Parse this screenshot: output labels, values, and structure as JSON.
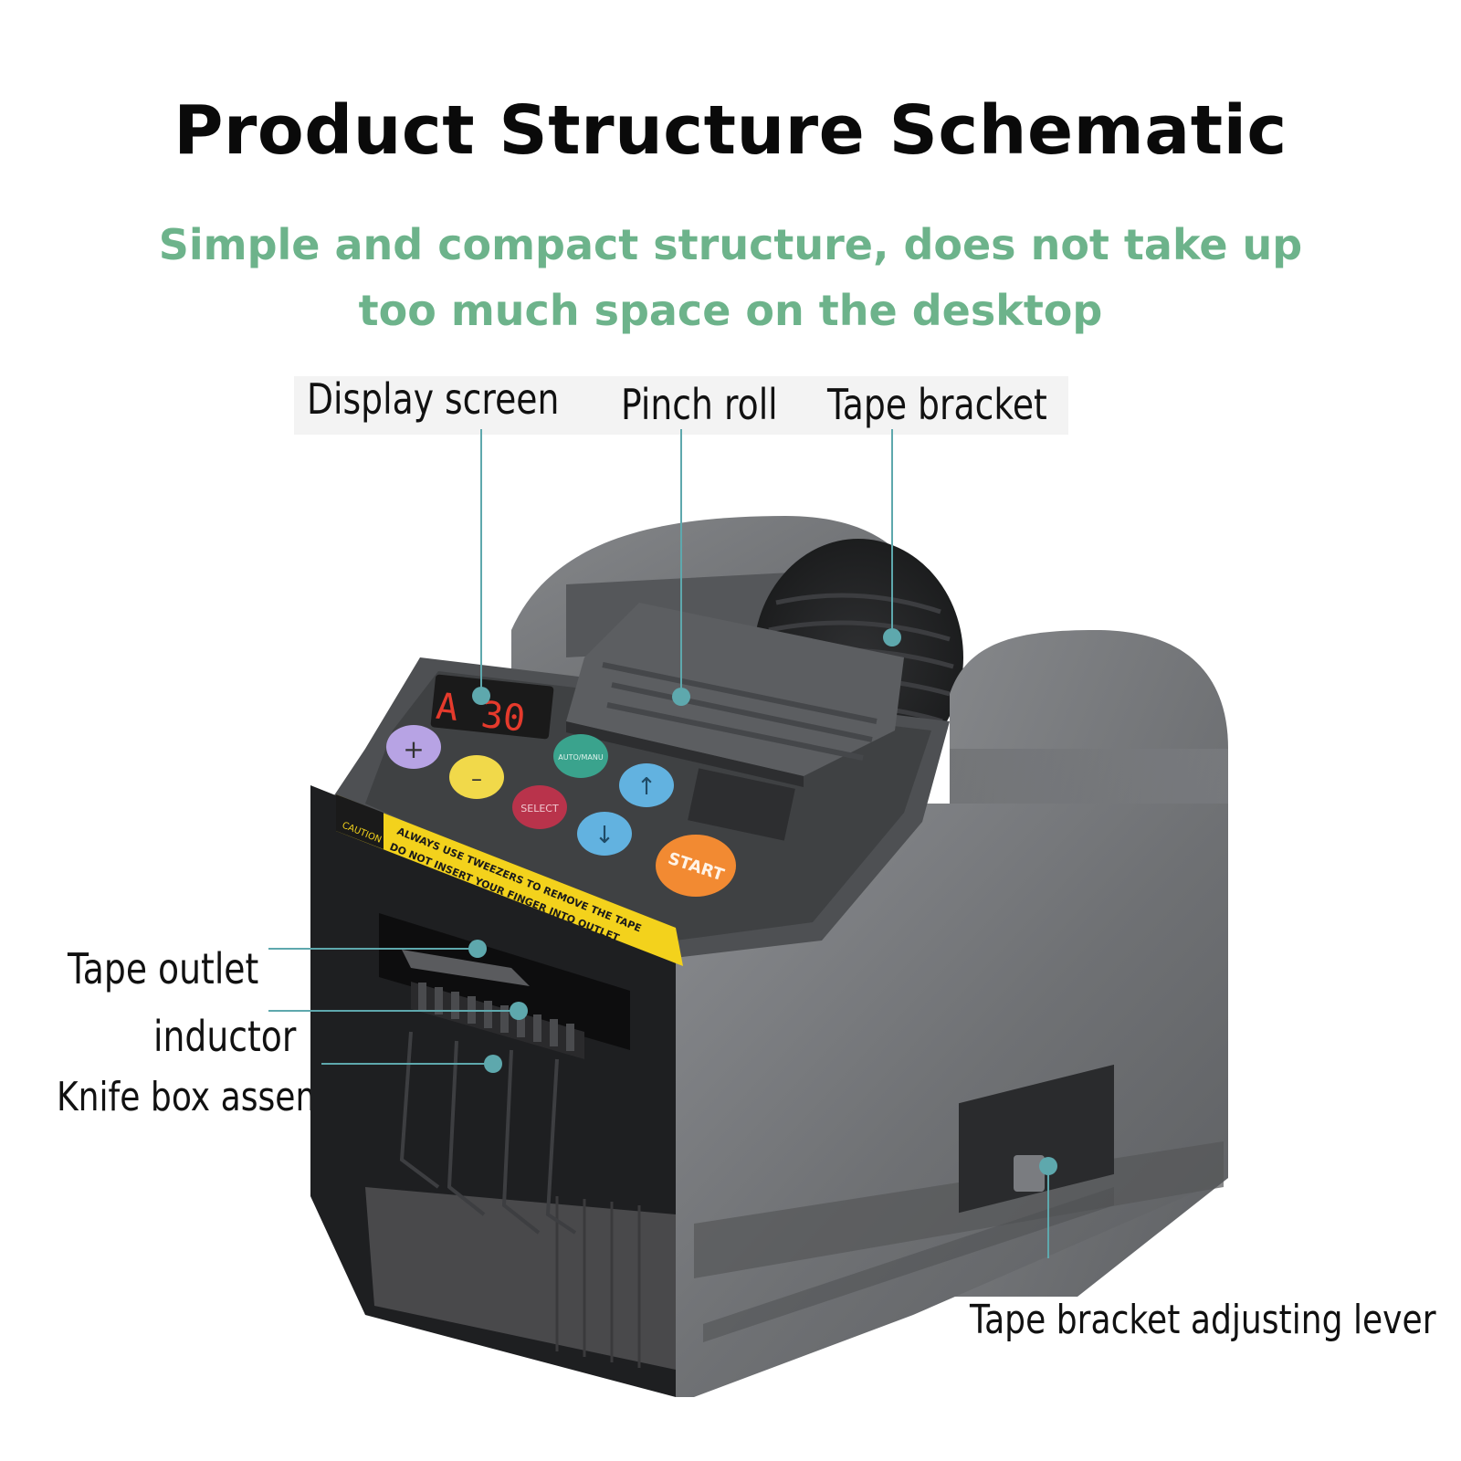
{
  "title": "Product Structure Schematic",
  "subtitle": "Simple and compact structure, does not take up too much space on the desktop",
  "colors": {
    "title": "#0a0a0a",
    "subtitle": "#6db38b",
    "callout": "#5ea8ad",
    "body": "#6f7174",
    "warning": "#f3d21c"
  },
  "labels": {
    "display_screen": "Display screen",
    "pinch_roll": "Pinch roll",
    "tape_bracket": "Tape bracket",
    "tape_outlet": "Tape outlet",
    "inductor": "inductor",
    "knife_box": "Knife box assembly",
    "adjusting_lever": "Tape bracket adjusting lever"
  },
  "device": {
    "display_left": "A",
    "display_right": "30",
    "buttons": {
      "plus": "+",
      "minus": "–",
      "select": "SELECT",
      "up": "↑",
      "down": "↓",
      "start": "START",
      "auto_manual": "AUTO/MANU"
    },
    "caution": "CAUTION",
    "warning_line1": "ALWAYS USE TWEEZERS TO REMOVE THE TAPE",
    "warning_line2": "DO NOT INSERT YOUR FINGER INTO OUTLET"
  }
}
